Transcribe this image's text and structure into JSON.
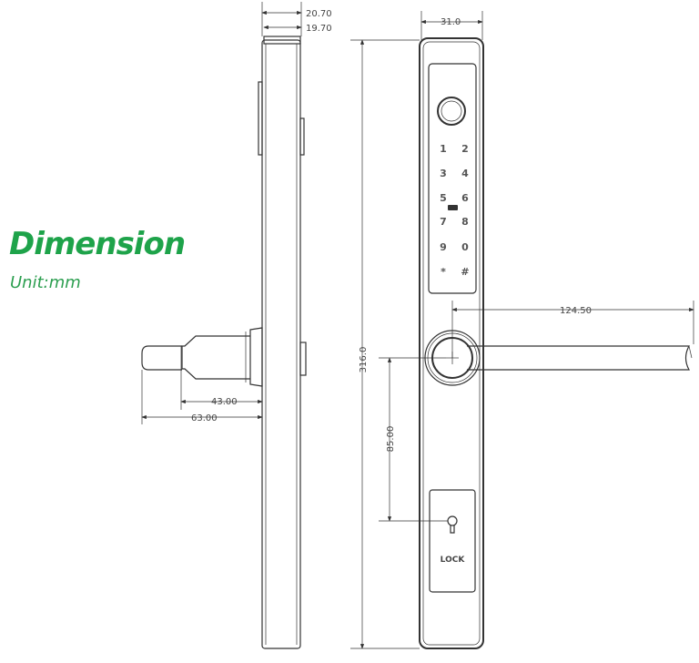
{
  "title": "Dimension",
  "unit": "Unit:mm",
  "dimensions": {
    "side_total_thickness": "20.70",
    "side_plate_thickness": "19.70",
    "spindle_43": "43.00",
    "spindle_63": "63.00",
    "front_width": "31.0",
    "front_height": "316.0",
    "handle_length": "124.50",
    "handle_to_key": "85.00"
  },
  "keypad": {
    "keys": [
      "1",
      "2",
      "3",
      "4",
      "5",
      "6",
      "7",
      "8",
      "9",
      "0",
      "*",
      "#"
    ]
  },
  "lock_label": "LOCK",
  "colors": {
    "title": "#1ea34a",
    "lines": "#333333"
  }
}
